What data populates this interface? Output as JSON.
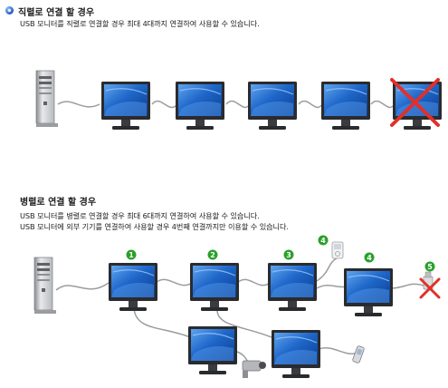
{
  "section1": {
    "title": "직렬로 연결 할 경우",
    "desc": "USB 모니터를 직렬로 연결할 경우 최대 4대까지 연결하여 사용할 수 있습니다."
  },
  "section2": {
    "title": "병렬로 연결 할 경우",
    "desc1": "USB 모니터를 병렬로 연결할 경우 최대 6대까지 연결하여 사용할 수 있습니다.",
    "desc2": "USB 모니터에 외부 기기를 연결하여 사용할 경우 4번째 연결까지만 이용할 수 있습니다."
  },
  "badges": [
    "1",
    "2",
    "3",
    "4",
    "4",
    "5"
  ],
  "colors": {
    "badge": "#2aa02a",
    "cross": "#e0302a",
    "screen": "#1f67c9",
    "title_bullet": "#1d56c8"
  },
  "icons": [
    "pc-tower-icon",
    "monitor-icon",
    "mp3-player-icon",
    "usb-stick-icon",
    "camcorder-icon",
    "phone-icon",
    "cross-icon"
  ]
}
